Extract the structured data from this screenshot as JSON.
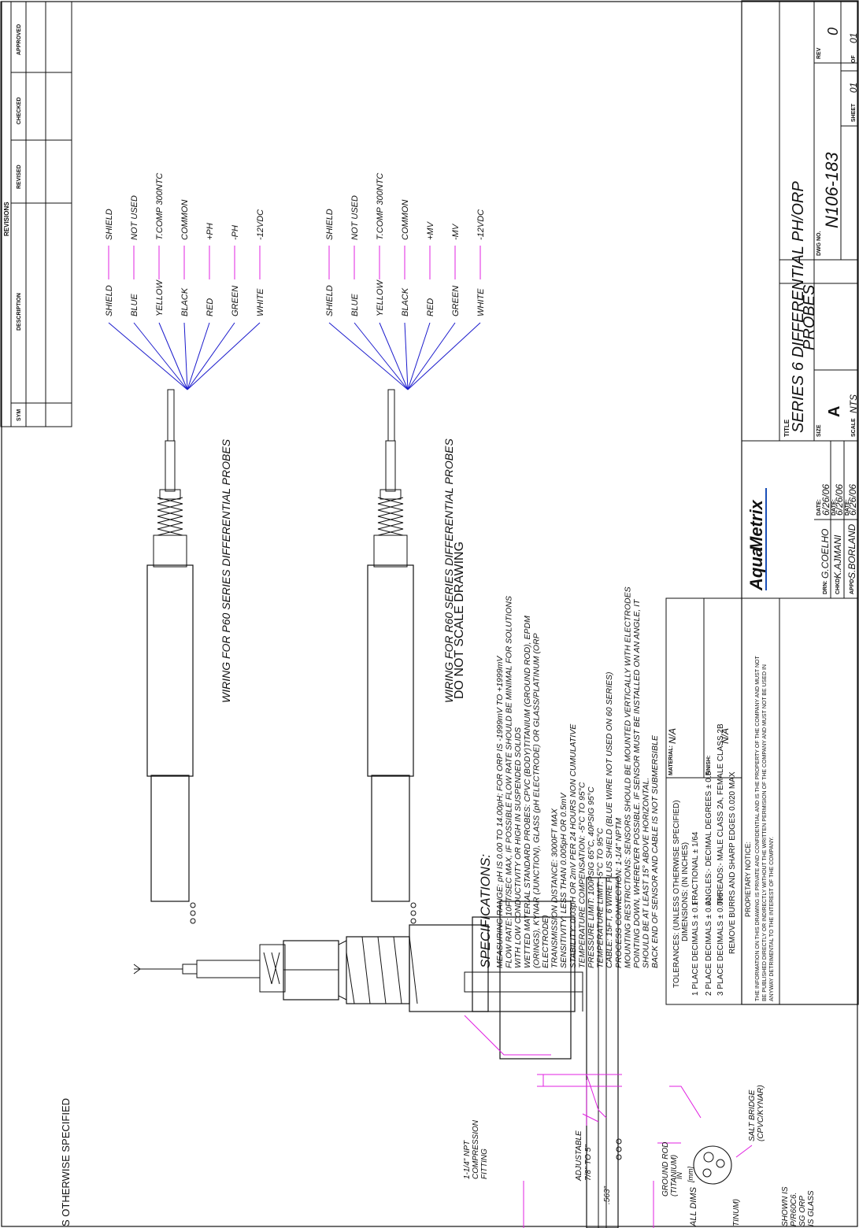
{
  "header": {
    "note_left": "S OTHERWISE SPECIFIED",
    "note_center": "DO NOT SCALE DRAWING"
  },
  "revisions": {
    "title": "REVISIONS",
    "columns": [
      "SYM",
      "DESCRIPTION",
      "REVISED",
      "CHECKED",
      "APPROVED"
    ]
  },
  "wiring_p60": {
    "caption": "WIRING FOR P60 SERIES DIFFERENTIAL PROBES",
    "wires": [
      {
        "color": "SHIELD",
        "function": "SHIELD"
      },
      {
        "color": "BLUE",
        "function": "NOT USED"
      },
      {
        "color": "YELLOW",
        "function": "T.COMP 300NTC"
      },
      {
        "color": "BLACK",
        "function": "COMMON"
      },
      {
        "color": "RED",
        "function": "+PH"
      },
      {
        "color": "GREEN",
        "function": "-PH"
      },
      {
        "color": "WHITE",
        "function": "-12VDC"
      }
    ]
  },
  "wiring_r60": {
    "caption": "WIRING FOR R60 SERIES DIFFERENTIAL PROBES",
    "wires": [
      {
        "color": "SHIELD",
        "function": "SHIELD"
      },
      {
        "color": "BLUE",
        "function": "NOT USED"
      },
      {
        "color": "YELLOW",
        "function": "T.COMP 300NTC"
      },
      {
        "color": "BLACK",
        "function": "COMMON"
      },
      {
        "color": "RED",
        "function": "+MV"
      },
      {
        "color": "GREEN",
        "function": "-MV"
      },
      {
        "color": "WHITE",
        "function": "-12VDC"
      }
    ]
  },
  "specs": {
    "title": "SPECIFICATIONS:",
    "lines": [
      "MEASURING RANGE: pH IS 0.00 TO 14.00pH; FOR ORP IS -1999mV TO +1999mV",
      "FLOW RATE: 10FT/SEC MAX, IF POSSIBLE FLOW RATE SHOULD BE MINIMAL FOR SOLUTIONS",
      "WITH LOW CONDUCTIVITY OR HIGH IN SUSPENDED SOLIDS",
      "WETTED MATERIAL STANDARD PROBES: CPVC (BODY)TITANIUM (GROUND ROD), EPDM",
      "(ORINGS), KYNAR (JUNCTION), GLASS (pH ELECTRODE) OR GLASS/PLATINUM (ORP",
      "ELECTRODE)",
      "TRANSMISSION DISTANCE: 3000FT MAX",
      "SENSITIVITY: LESS THAN 0.005pH OR 0.5mV",
      "STABILITY: 0.03pH OR 2mV PER 24 HOURS NON CUMULATIVE",
      "TEMPERATURE COMPENSATION: -5°C TO 95°C",
      "PRESSURE LIMIT: 100PSIG 65°C, 40PSIG 95°C",
      "TEMPERATURE LIMIT: -5°C TO 95°C",
      "CABLE: 15FT, 6 WIRE PLUS SHIELD (BLUE WIRE NOT USED ON 60 SERIES)",
      "PROCESS CONNECTION: 1-1/4\" NPTM",
      "MOUNTING RESTRICTIONS: SENSORS SHOULD BE MOUNTED VERTICALLY WITH ELECTRODES",
      "POINTING DOWN, WHEREVER POSSIBLE. IF SENSOR MUST BE INSTALLED ON AN ANGLE, IT",
      "SHOULD BE AT LEAST 15° ABOVE HORIZONTAL.",
      "BACK END OF SENSOR AND CABLE IS NOT SUBMERSIBLE"
    ]
  },
  "dimension_view": {
    "labels": {
      "npt": [
        "1-1/4\" NPT",
        "COMPRESSION",
        "FITTING"
      ],
      "adjustable": [
        "ADJUSTABLE",
        "7/8\" TO 5\""
      ],
      "dia": ".563\"",
      "ground_rod": [
        "GROUND ROD",
        "(TITANIUM)"
      ],
      "salt_bridge": [
        "SALT BRIDGE",
        "(CPVC/KYNAR)"
      ],
      "titanium_cut": "TINUM)",
      "all_dims": "ALL DIMS",
      "dims_in": "IN",
      "dims_mm": "[mm]",
      "shown_note": [
        "SHOWN IS",
        "P/R60C6.",
        "SG ORP",
        "IS GLASS"
      ]
    }
  },
  "tolerances": {
    "title": "TOLERANCES: (UNLESS OTHERWISE SPECIFIED)",
    "dimensions": "DIMENSIONS: (IN INCHES)",
    "fractional": "FRACTIONAL ± 1/64",
    "place1": "1 PLACE DECIMALS ± 0.1",
    "place2": "2 PLACE DECIMALS ± 0.01",
    "angles": "ANGLES:- DECIMAL DEGREES ± 0.5",
    "place3": "3 PLACE DECIMALS ± 0.005",
    "threads": "THREADS:- MALE CLASS 2A,  FEMALE CLASS 2B",
    "burrs": "REMOVE BURRS AND SHARP EDGES 0.020 MAX"
  },
  "material": {
    "label": "MATERIAL:",
    "value": "N/A"
  },
  "finish": {
    "label": "FINISH:",
    "value": "N/A"
  },
  "notice": {
    "title": "PROPIETARY NOTICE:",
    "lines": [
      "THE INFORMATION ON THIS DRAWING IS PRIVATE AND CONFIDENTIAL AND IS THE PROPERTY OF THE COMPANY AND MUST NOT",
      "BE PUBLISHED DIRECTLY OR INDIRECTLY WITHOUT THE WRITTEN PERMISION OF THE COMPANY AND MUST NOT BE USED IN",
      "ANYWAY DETRIMENTAL TO THE INTEREST OF THE COMPANY."
    ]
  },
  "title_block": {
    "logo_a": "Aqua",
    "logo_b": "Metrix",
    "title_label": "TITLE",
    "title_line1": "SERIES 6  DIFFERENTIAL  PH/ORP",
    "title_line2": "PROBES",
    "drn_label": "DRN:",
    "drn": "G.COELHO",
    "chkd_label": "CHKD:",
    "chkd": "K.AJMANI",
    "appd_label": "APPD:",
    "appd": "S.BORLAND",
    "date_label": "DATE:",
    "date1": "6/26/06",
    "date2": "6/26/06",
    "date3": "6/26/06",
    "size_label": "SIZE",
    "size": "A",
    "dwg_label": "DWG NO.",
    "dwg": "N106-183",
    "rev_label": "REV",
    "rev": "0",
    "scale_label": "SCALE",
    "scale": "NTS",
    "sheet_label": "SHEET",
    "sheet": "01",
    "of_label": "OF",
    "of": "01"
  },
  "colors": {
    "wire": "#1a1acc",
    "leader": "#e020e0",
    "logo": "#1a4fb8"
  }
}
